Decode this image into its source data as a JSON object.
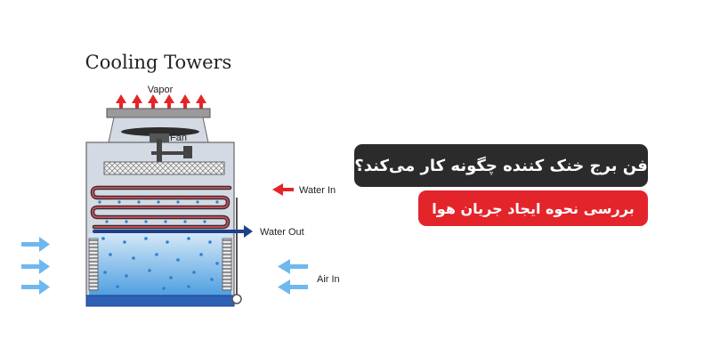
{
  "diagram": {
    "title": "Cooling Towers",
    "labels": {
      "vapor": "Vapor",
      "fan": "Fan",
      "water_in": "Water In",
      "water_out": "Water Out",
      "air_in": "Air In"
    }
  },
  "badges": {
    "headline": "فن برج خنک کننده چگونه کار می‌کند؟",
    "subheadline": "بررسی نحوه ایجاد جریان هوا"
  },
  "colors": {
    "tower_body": "#d3dae4",
    "water": "#5aa9e6",
    "vapor_arrow": "#e3252b",
    "water_in_arrow": "#e3252b",
    "water_out_arrow": "#1f3f8a",
    "air_arrow": "#6fb8ef",
    "badge_dark": "#2b2b2b",
    "badge_red": "#e3252b"
  }
}
